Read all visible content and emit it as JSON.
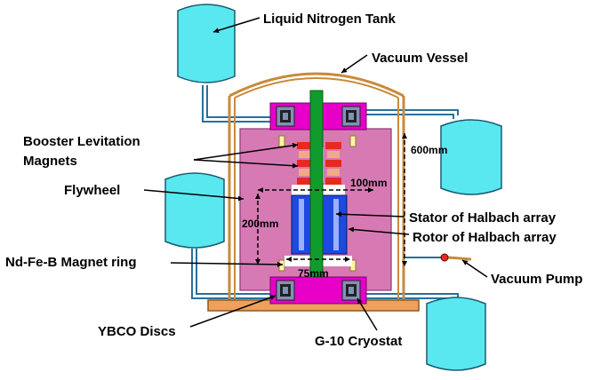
{
  "labels": {
    "liquid_nitrogen_tank": "Liquid Nitrogen Tank",
    "vacuum_vessel": "Vacuum Vessel",
    "booster_line1": "Booster Levitation",
    "booster_line2": "Magnets",
    "flywheel": "Flywheel",
    "nd_fe_b": "Nd-Fe-B Magnet ring",
    "ybco": "YBCO Discs",
    "g10": "G-10 Cryostat",
    "stator": "Stator of Halbach array",
    "rotor": "Rotor of Halbach array",
    "vacuum_pump": "Vacuum Pump"
  },
  "dimensions": {
    "height_total": "600mm",
    "width_top": "100mm",
    "height_flywheel": "200mm",
    "width_bottom": "75mm"
  },
  "colors": {
    "tank": "#59e8f0",
    "vessel": "#c98a3a",
    "magenta": "#e600c8",
    "pink_body": "#d77ab4",
    "shaft": "#109c2c",
    "blue": "#1d49e0",
    "magnet_red": "#e82a1e",
    "magnet_peach": "#f2a98a",
    "cryostat_blue": "#7e93b5",
    "yellow": "#fff3a8"
  }
}
